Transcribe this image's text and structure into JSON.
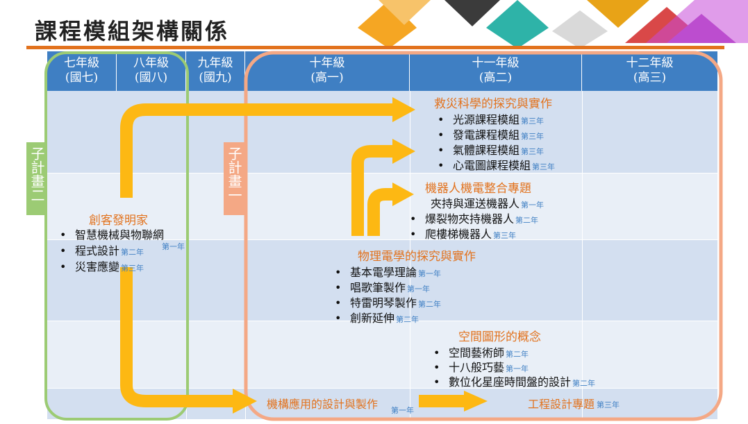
{
  "title": "課程模組架構關係",
  "grades": [
    {
      "line1": "七年級",
      "line2": "(國七)"
    },
    {
      "line1": "八年級",
      "line2": "(國八)"
    },
    {
      "line1": "九年級",
      "line2": "(國九)"
    },
    {
      "line1": "十年級",
      "line2": "(高一)"
    },
    {
      "line1": "十一年級",
      "line2": "(高二)"
    },
    {
      "line1": "十二年級",
      "line2": "(高三)"
    }
  ],
  "subplan2_label": "子計畫二",
  "subplan1_label": "子計畫一",
  "maker": {
    "title": "創客發明家",
    "items": [
      {
        "text": "智慧機械與物聯網",
        "year": ""
      },
      {
        "text": "程式設計",
        "year": "第二年"
      },
      {
        "text": "災害應變",
        "year": "第三年"
      }
    ],
    "extra_year": "第一年"
  },
  "rescue": {
    "title": "救災科學的探究與實作",
    "items": [
      {
        "text": "光源課程模組",
        "year": "第三年"
      },
      {
        "text": "發電課程模組",
        "year": "第三年"
      },
      {
        "text": "氣體課程模組",
        "year": "第三年"
      },
      {
        "text": "心電圖課程模組",
        "year": "第三年"
      }
    ]
  },
  "robot": {
    "title": "機器人機電整合專題",
    "items": [
      {
        "text": "夾持與運送機器人",
        "year": "第一年"
      },
      {
        "text": "爆裂物夾持機器人",
        "year": "第二年"
      },
      {
        "text": "爬樓梯機器人",
        "year": "第三年"
      }
    ]
  },
  "physics": {
    "title": "物理電學的探究與實作",
    "items": [
      {
        "text": "基本電學理論",
        "year": "第一年"
      },
      {
        "text": "唱歌筆製作",
        "year": "第一年"
      },
      {
        "text": "特雷明琴製作",
        "year": "第二年"
      },
      {
        "text": "創新延伸",
        "year": "第二年"
      }
    ]
  },
  "space": {
    "title": "空間圖形的概念",
    "items": [
      {
        "text": "空間藝術師",
        "year": "第二年"
      },
      {
        "text": "十八般巧藝",
        "year": "第一年"
      },
      {
        "text": "數位化星座時間盤的設計",
        "year": "第二年"
      }
    ]
  },
  "mechanism": {
    "text": "機構應用的設計與製作",
    "year": "第一年"
  },
  "engineering": {
    "text": "工程設計專題",
    "year": "第三年"
  },
  "colors": {
    "header": "#3f7fc3",
    "orange": "#e2721d",
    "arrow": "#fdb813",
    "green": "#9ccb74",
    "salmon": "#f4a885",
    "rowA": "#d3dff0",
    "rowB": "#e9eff7"
  }
}
